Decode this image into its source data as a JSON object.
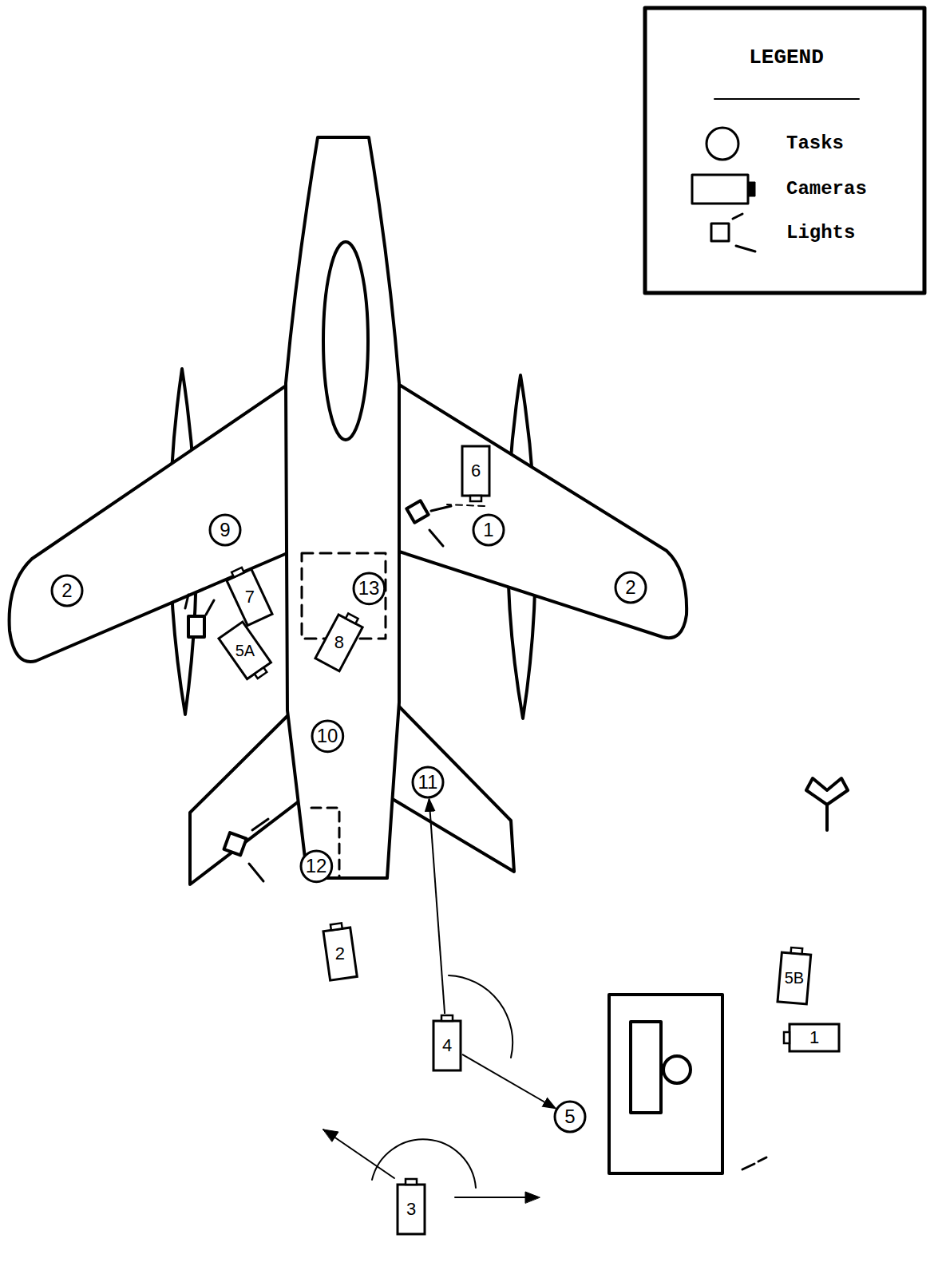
{
  "diagram": {
    "nodes": [
      {
        "text": [
          "6"
        ]
      },
      {
        "text": [
          "1"
        ]
      },
      {
        "text": [
          "9"
        ]
      },
      {
        "text": [
          "2"
        ]
      },
      {
        "text": [
          "13"
        ]
      },
      {
        "text": [
          "2"
        ]
      },
      {
        "text": [
          "7"
        ]
      },
      {
        "text": [
          "8"
        ]
      },
      {
        "text": [
          "5A"
        ]
      },
      {
        "text": [
          "10"
        ]
      },
      {
        "text": [
          "11"
        ]
      },
      {
        "text": [
          "12"
        ]
      },
      {
        "text": [
          "2"
        ]
      },
      {
        "text": [
          "5B"
        ]
      },
      {
        "text": [
          "1"
        ]
      },
      {
        "text": [
          "4"
        ]
      },
      {
        "text": [
          "5"
        ]
      },
      {
        "text": [
          "3"
        ]
      }
    ],
    "edges": [
      {
        "from": 15,
        "to": 10,
        "arrow": "to"
      },
      {
        "from": 15,
        "to": 16,
        "arrow": "to"
      }
    ],
    "labels": [
      "LEGEND"
    ],
    "legend": [
      {
        "text": "Tasks"
      },
      {
        "text": "Cameras"
      },
      {
        "text": "Lights"
      }
    ]
  }
}
